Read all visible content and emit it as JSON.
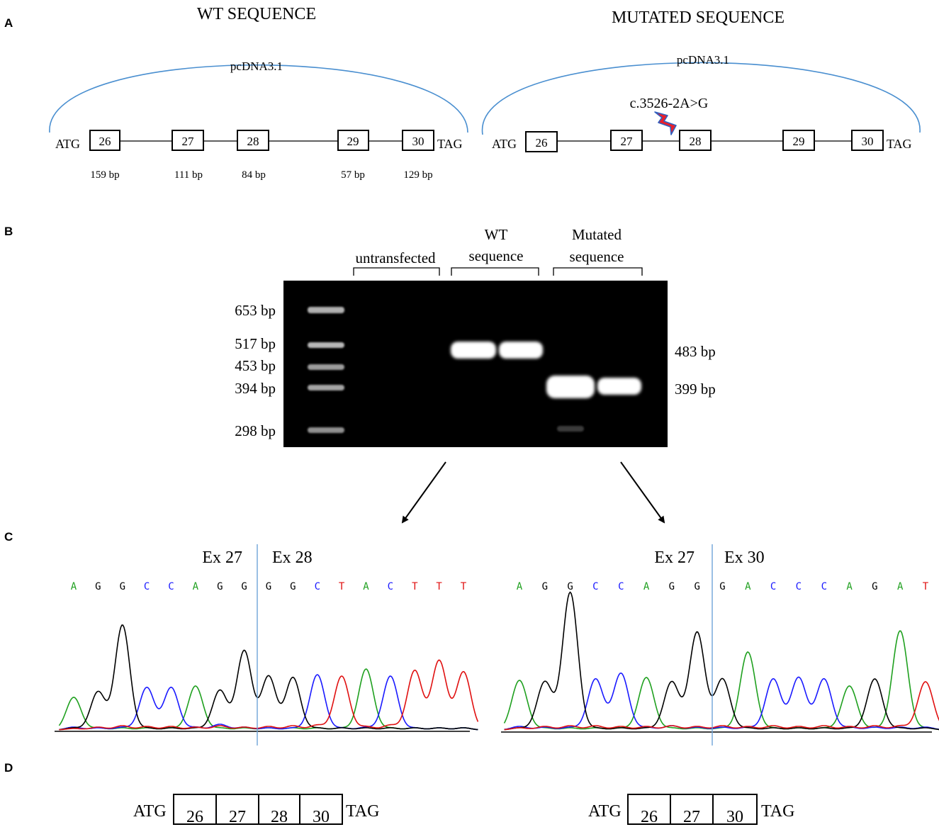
{
  "panels": {
    "a": "A",
    "b": "B",
    "c": "C",
    "d": "D"
  },
  "panel_a": {
    "wt_title": "WT SEQUENCE",
    "mut_title": "MUTATED SEQUENCE",
    "vector_label": "pcDNA3.1",
    "start_codon": "ATG",
    "stop_codon": "TAG",
    "exons": [
      "26",
      "27",
      "28",
      "29",
      "30"
    ],
    "exon_sizes": [
      "159 bp",
      "111 bp",
      "84 bp",
      "57 bp",
      "129 bp"
    ],
    "mutation_label": "c.3526-2A>G"
  },
  "panel_b": {
    "group_untransfected": "untransfected",
    "group_wt_line1": "WT",
    "group_wt_line2": "sequence",
    "group_mut_line1": "Mutated",
    "group_mut_line2": "sequence",
    "ladder_labels": [
      "653 bp",
      "517 bp",
      "453 bp",
      "394 bp",
      "298 bp"
    ],
    "band_labels": [
      "483 bp",
      "399 bp"
    ]
  },
  "panel_c": {
    "wt": {
      "left_exon": "Ex 27",
      "right_exon": "Ex 28",
      "bases": [
        "A",
        "G",
        "G",
        "C",
        "C",
        "A",
        "G",
        "G",
        "G",
        "G",
        "C",
        "T",
        "A",
        "C",
        "T",
        "T",
        "T"
      ]
    },
    "mut": {
      "left_exon": "Ex 27",
      "right_exon": "Ex 30",
      "bases": [
        "A",
        "G",
        "G",
        "C",
        "C",
        "A",
        "G",
        "G",
        "G",
        "A",
        "C",
        "C",
        "C",
        "A",
        "G",
        "A",
        "T"
      ]
    }
  },
  "panel_d": {
    "start_codon": "ATG",
    "stop_codon": "TAG",
    "wt_exons": [
      "26",
      "27",
      "28",
      "30"
    ],
    "mut_exons": [
      "26",
      "27",
      "30"
    ]
  },
  "colors": {
    "arc": "#4a8fd0",
    "junction": "#6fa4d8",
    "base_A": "#1fa01f",
    "base_C": "#1a1aff",
    "base_G": "#000000",
    "base_T": "#e01010",
    "gel_bg": "#000000",
    "bolt_red": "#e8202a",
    "bolt_blue": "#3060c0"
  },
  "icons": {
    "mutation": "lightning-bolt-icon",
    "arrow": "down-arrow-icon"
  }
}
